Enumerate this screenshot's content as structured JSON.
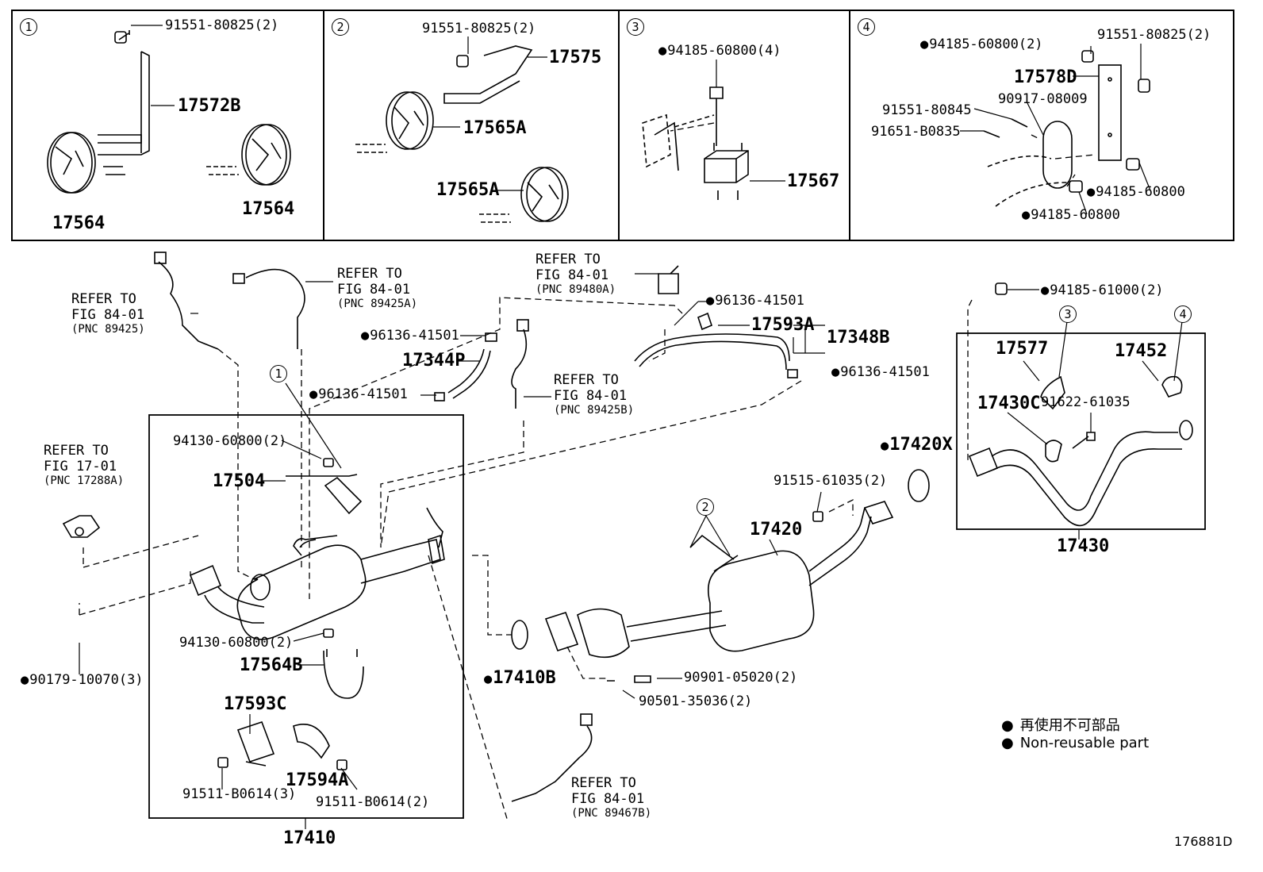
{
  "insets": [
    {
      "num": "1",
      "labels": [
        "91551-80825(2)",
        "17572B",
        "17564",
        "17564"
      ]
    },
    {
      "num": "2",
      "labels": [
        "91551-80825(2)",
        "17575",
        "17565A",
        "17565A"
      ]
    },
    {
      "num": "3",
      "labels": [
        "94185-60800(4)",
        "17567"
      ]
    },
    {
      "num": "4",
      "labels": [
        "94185-60800(2)",
        "91551-80825(2)",
        "17578D",
        "91551-80845",
        "90917-08009",
        "91651-B0835",
        "94185-60800",
        "94185-60800"
      ]
    }
  ],
  "refs": {
    "r89425": {
      "l1": "REFER TO",
      "l2": "FIG 84-01",
      "l3": "(PNC 89425)"
    },
    "r89425A": {
      "l1": "REFER TO",
      "l2": "FIG 84-01",
      "l3": "(PNC 89425A)"
    },
    "r89480A": {
      "l1": "REFER TO",
      "l2": "FIG 84-01",
      "l3": "(PNC 89480A)"
    },
    "r89425B": {
      "l1": "REFER TO",
      "l2": "FIG 84-01",
      "l3": "(PNC 89425B)"
    },
    "r17288A": {
      "l1": "REFER TO",
      "l2": "FIG 17-01",
      "l3": "(PNC 17288A)"
    },
    "r89467B": {
      "l1": "REFER TO",
      "l2": "FIG 84-01",
      "l3": "(PNC 89467B)"
    }
  },
  "parts": {
    "p96136a": "96136-41501",
    "p96136b": "96136-41501",
    "p96136c": "96136-41501",
    "p96136d": "96136-41501",
    "p17593A": "17593A",
    "p17348B": "17348B",
    "p17344P": "17344P",
    "p94185_61000": "94185-61000(2)",
    "p17577": "17577",
    "p17452": "17452",
    "p17430C": "17430C",
    "p91622": "91622-61035",
    "p17430": "17430",
    "p17420X": "17420X",
    "p94130a": "94130-60800(2)",
    "p17504": "17504",
    "p94130b": "94130-60800(2)",
    "p17564B": "17564B",
    "p17593C": "17593C",
    "p17594A": "17594A",
    "p91511a": "91511-B0614(3)",
    "p91511b": "91511-B0614(2)",
    "p17410": "17410",
    "p90179": "90179-10070(3)",
    "p17410B": "17410B",
    "p91515": "91515-61035(2)",
    "p17420": "17420",
    "p90901": "90901-05020(2)",
    "p90501": "90501-35036(2)",
    "fig_id": "176881D"
  },
  "callouts": {
    "c1": "1",
    "c2": "2",
    "c3": "3",
    "c4": "4"
  },
  "legend": {
    "ja": "再使用不可部品",
    "en": "Non-reusable part"
  }
}
